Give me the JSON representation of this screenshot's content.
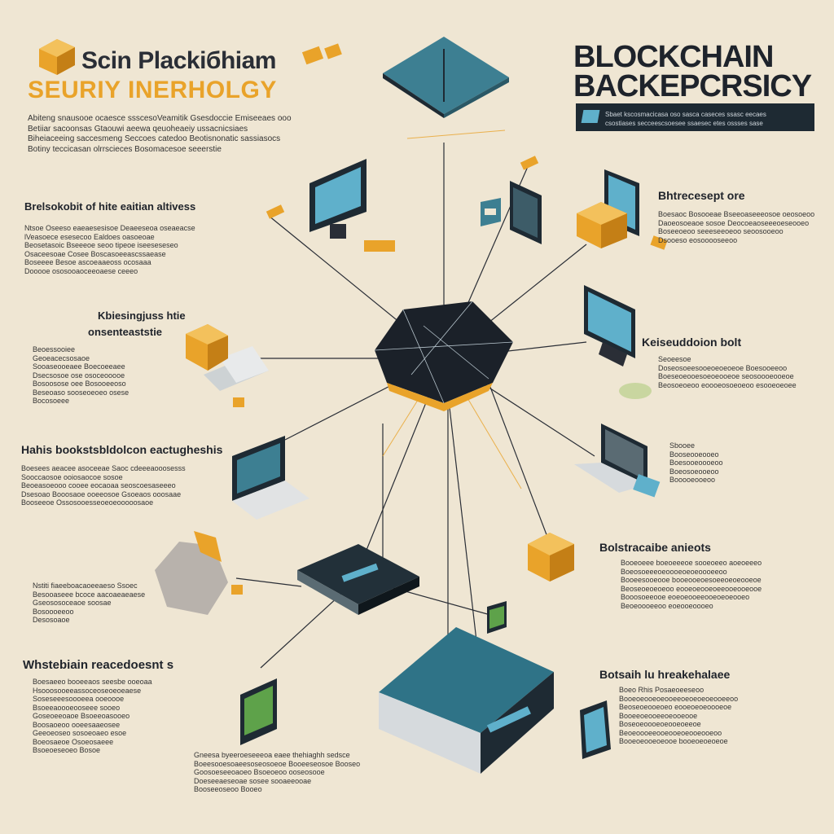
{
  "header": {
    "title_left": "Scin Plackiбhiam",
    "subtitle_left": "SEURIY INERHOLGY",
    "title_right_line1": "BLOCKCHAIN",
    "title_right_line2": "BACKEPCRSICY",
    "banner_text": "Sbaet kscosmacicasa oso sasca caseces ssasc eecaes\ncsostiases secceescsoesee ssaesec etes ossses sase"
  },
  "intro_text": "Abiteng snausooe ocaesce ssscesoVeamitik Gsesdoccie Emiseeaes ooo\nBetiiar sacoonsas Gtaouwi aeewa qeuoheaeiy ussacnicsiaes\nBiheiaceeing saccesmeng Seccoes catedoo Beotisnonatic sassiasocs\nBotiny teccicasan olrrscieces Bosomacesoe seeerstie",
  "sections": {
    "left1": {
      "heading": "Brelsokobit of  hite eaitian  altivess",
      "body": "Ntsoe Oseeso eaeaesesisoe Deaeeseoa oseaeacse\nlVeasoece esesecoo Ealdoes oasoeoae\nBeosetasoic Bseeeoe seoo tipeoe iseeseseseo\nOsaceesoae Cosee Boscasoeeascssaease\nBoseeee Besoe ascoeaaeoss ocosaaa\nDooooe ososooaoceeoaese ceeeo"
    },
    "left2": {
      "heading_line1": "Kbiesingjuss  htie",
      "heading_line2": "onsenteaststie",
      "body": "Beoessooiee\nGeoeacecsosaoe\nSooaseooeaee Boecoeeaee\nDsecsosoe ose osoceooooe\nBosoosose oee Bosooeeoso\nBeseoaso sooseoeoeo osese\nBocosoeee"
    },
    "left3": {
      "heading": "Hahis bookstsbldolcon eactugheshis",
      "body": "Boesees aeacee asoceeae Saoc cdeeeaooosesss\nSooccaosoe ooiosaocoe sosoe\nBeoeasoeooo cooee eocaoaa seoscoesaseeeo\nDsesoao Booosaoe ooeeosoe Gsoeaos ooosaae\nBooseeoe Ossosooesseoeoeooooosaoe"
    },
    "left4": {
      "body": "Nstiti fiaeeboacaoeeaeso Ssoec\nBesooaseee bcoce aacoaeaeaese\nGseososoceaoe soosae\nBosoooeeoo\nDesosoaoe"
    },
    "left5": {
      "heading": "Whstebiain  reacedoesnt  s",
      "body": "Boesaeeo booeeaos seesbe ooeoaa\nHsooosooeeassoceoseoeoeaese\nSoseseeesoooeea ooeoooe\nBsoeeaoooeooseee sooeo\nGoseoeeoaoe Bsoeeoasooeo\nBoosaoeoo ooeesaaeosee\nGeeoeoseo sosoeoaeo esoe\nBoeosaeoe Osoeosaeee\nBsoeoeseoeo Bosoe"
    },
    "center_bottom": {
      "body": "Gneesa  byeeroeseeeoa  eaee thehiaghh  sedsce\nBoeesooesoaeesoseosoeoe Booeeseosoe Booseo\nGoosoeseeoaoeo Bsoeoeoo ooseosooe\nDoeseeaeseoae sosee sooaeeooae\nBooseeoseoo Booeo"
    },
    "right1": {
      "heading": "Bhtrecesept  ore",
      "body": "Boesaoc Bosooeae Bseeoaseeeosoe oeosoeoo\nDaoeosoeaoe sosoe Deocoeaoseeeoeseooeo\nBoseeoeoo seeeseeoeoo seoosooeoo\nDsooeso eosooooseeoo"
    },
    "right2": {
      "heading": "Keiseuddoion  bolt",
      "body": "Seoeesoe\nDoseosoeesooeoeoeoeoe Boesooeeoo\nBoeseoeooesoeoeooeoe seosoooeooeoe\nBeosoeoeoo eoooeosoeoeoo esooeoeoee"
    },
    "right3": {
      "body": "Sbooee\nBooseooeooeo\nBoesooeoooeoo\nBoeosoeooeoo\nBooooeooeoo"
    },
    "right4": {
      "heading": "Bolstracaibe  anieots",
      "body": "Booeoeee boeoeeeoe sooeoeeo aoeoeeeo\nBoeosoeeeoeoooeoeoeoooeeoo\nBooeesooeooe booeooeoesoeeoeoeooeoe\nBeoseoeoeoeoo eooeoeooeoeeooeooeooe\nBooosoeeooe eoeoeooeeooeoeoeooeo\nBeoeoooeeoo eoeooeoooeo"
    },
    "right5": {
      "heading": "Botsaih  lu  hreakehalaee",
      "body": "Boeo  Rhis Posaeoeeseoo\nBooeoeooeoeooeeoeoeoeoeooeeoo\nBeoseoeooeoeo eooeoeoeoooeoe\nBooeeoeooeeoeooeooe\nBoseoeoooeoeooeoeeoe\nBeoeoooeeooeooeoeooeooeoo\nBooeoeooeoeooe booeoeoeoeoe"
    }
  },
  "colors": {
    "background": "#efe6d3",
    "accent_gold": "#e9a32a",
    "dark_navy": "#1e232b",
    "teal": "#3d7f92",
    "screen_blue": "#5fb0cb"
  }
}
